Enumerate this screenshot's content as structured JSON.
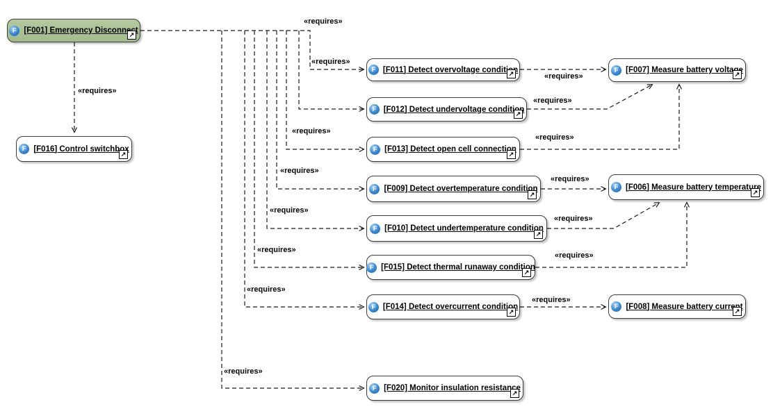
{
  "colors": {
    "green-light": "#b4c9a1",
    "green-dark": "#a2bb8c",
    "icon-blue": "#3b86cd",
    "line": "#1a1a1a"
  },
  "icons": {
    "function_letter": "F",
    "navigate_glyph": "↗"
  },
  "boxes": {
    "f001": {
      "label": "[F001] Emergency Disconnect",
      "highlighted": true
    },
    "f016": {
      "label": "[F016] Control switchbox",
      "highlighted": false
    },
    "f011": {
      "label": "[F011] Detect overvoltage condition",
      "highlighted": false
    },
    "f012": {
      "label": "[F012] Detect undervoltage condition",
      "highlighted": false
    },
    "f013": {
      "label": "[F013] Detect open cell connection",
      "highlighted": false
    },
    "f009": {
      "label": "[F009] Detect overtemperature condition",
      "highlighted": false
    },
    "f010": {
      "label": "[F010] Detect undertemperature condition",
      "highlighted": false
    },
    "f015": {
      "label": "[F015] Detect thermal runaway condition",
      "highlighted": false
    },
    "f014": {
      "label": "[F014] Detect overcurrent condition",
      "highlighted": false
    },
    "f020": {
      "label": "[F020] Monitor insulation resistance",
      "highlighted": false
    },
    "f007": {
      "label": "[F007] Measure battery voltage",
      "highlighted": false
    },
    "f006": {
      "label": "[F006] Measure battery temperature",
      "highlighted": false
    },
    "f008": {
      "label": "[F008] Measure battery current",
      "highlighted": false
    }
  },
  "edges": [
    {
      "from": "[F001] Emergency Disconnect",
      "to": "[F016] Control switchbox",
      "stereotype": "«requires»"
    },
    {
      "from": "[F001] Emergency Disconnect",
      "to": "[F011] Detect overvoltage condition",
      "stereotype": "«requires»"
    },
    {
      "from": "[F001] Emergency Disconnect",
      "to": "[F012] Detect undervoltage condition",
      "stereotype": "«requires»"
    },
    {
      "from": "[F001] Emergency Disconnect",
      "to": "[F013] Detect open cell connection",
      "stereotype": "«requires»"
    },
    {
      "from": "[F001] Emergency Disconnect",
      "to": "[F009] Detect overtemperature condition",
      "stereotype": "«requires»"
    },
    {
      "from": "[F001] Emergency Disconnect",
      "to": "[F010] Detect undertemperature condition",
      "stereotype": "«requires»"
    },
    {
      "from": "[F001] Emergency Disconnect",
      "to": "[F015] Detect thermal runaway condition",
      "stereotype": "«requires»"
    },
    {
      "from": "[F001] Emergency Disconnect",
      "to": "[F014] Detect overcurrent condition",
      "stereotype": "«requires»"
    },
    {
      "from": "[F001] Emergency Disconnect",
      "to": "[F020] Monitor insulation resistance",
      "stereotype": "«requires»"
    },
    {
      "from": "[F011] Detect overvoltage condition",
      "to": "[F007] Measure battery voltage",
      "stereotype": "«requires»"
    },
    {
      "from": "[F012] Detect undervoltage condition",
      "to": "[F007] Measure battery voltage",
      "stereotype": "«requires»"
    },
    {
      "from": "[F013] Detect open cell connection",
      "to": "[F007] Measure battery voltage",
      "stereotype": "«requires»"
    },
    {
      "from": "[F009] Detect overtemperature condition",
      "to": "[F006] Measure battery temperature",
      "stereotype": "«requires»"
    },
    {
      "from": "[F010] Detect undertemperature condition",
      "to": "[F006] Measure battery temperature",
      "stereotype": "«requires»"
    },
    {
      "from": "[F015] Detect thermal runaway condition",
      "to": "[F006] Measure battery temperature",
      "stereotype": "«requires»"
    },
    {
      "from": "[F014] Detect overcurrent condition",
      "to": "[F008] Measure battery current",
      "stereotype": "«requires»"
    }
  ]
}
